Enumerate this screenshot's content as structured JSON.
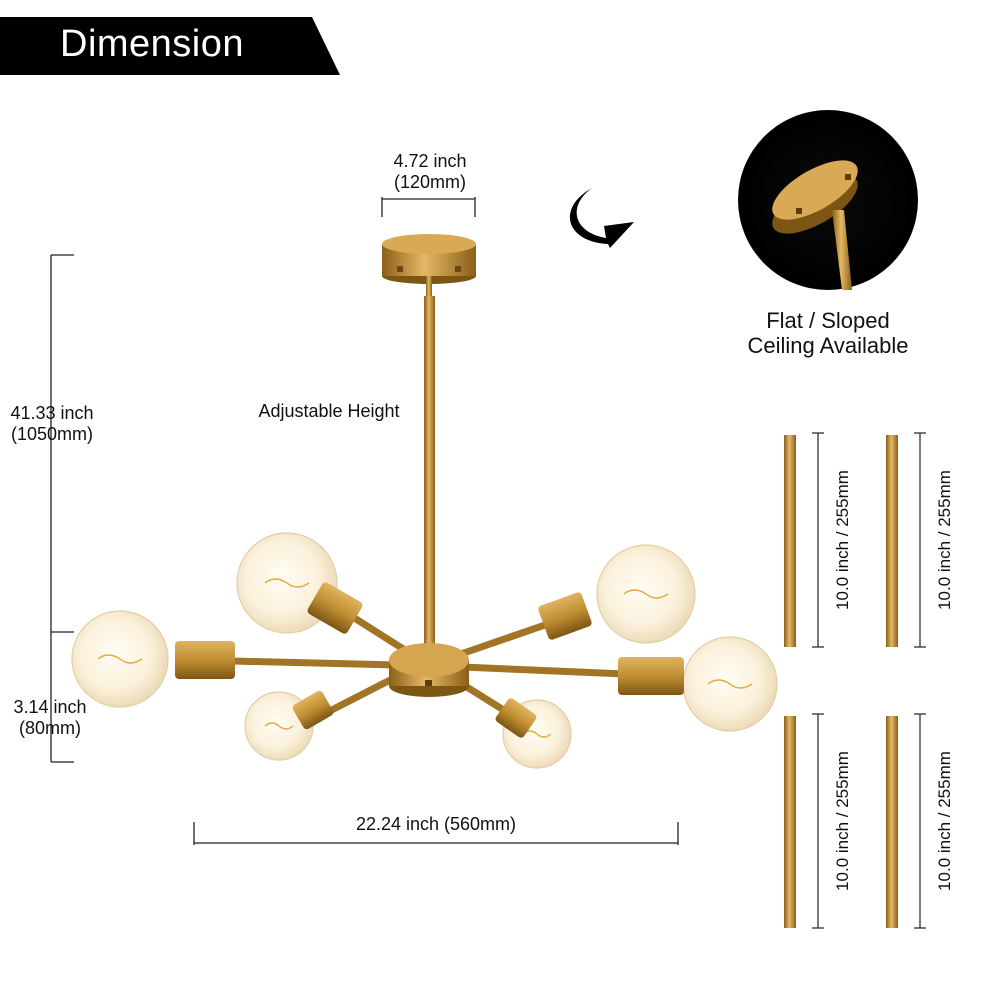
{
  "banner": {
    "title": "Dimension"
  },
  "dimensions": {
    "canopy_width_inch": "4.72 inch",
    "canopy_width_mm": "(120mm)",
    "total_height_inch": "41.33 inch",
    "total_height_mm": "(1050mm)",
    "adjustable_label": "Adjustable Height",
    "body_height_inch": "3.14 inch",
    "body_height_mm": "(80mm)",
    "span_width": "22.24 inch (560mm)"
  },
  "ceiling": {
    "line1": "Flat / Sloped",
    "line2": "Ceiling Available"
  },
  "rods": {
    "items": [
      {
        "label": "10.0 inch / 255mm"
      },
      {
        "label": "10.0 inch / 255mm"
      },
      {
        "label": "10.0 inch / 255mm"
      },
      {
        "label": "10.0 inch / 255mm"
      }
    ]
  },
  "colors": {
    "brass": "#b8862b",
    "brass_light": "#e3b866",
    "brass_dark": "#7d5614",
    "banner": "#000000"
  }
}
